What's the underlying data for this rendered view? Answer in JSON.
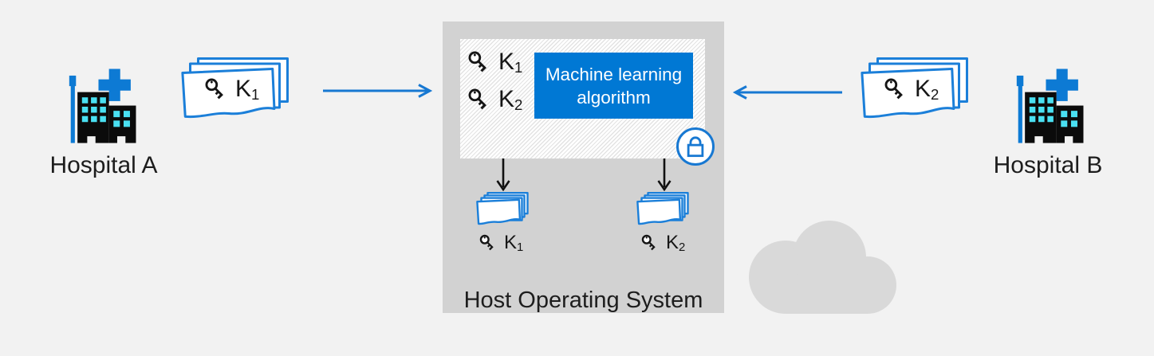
{
  "diagram": {
    "hospital_a": {
      "label": "Hospital A"
    },
    "hospital_b": {
      "label": "Hospital B"
    },
    "doc_a_key": {
      "base": "K",
      "sub": "1"
    },
    "doc_b_key": {
      "base": "K",
      "sub": "2"
    },
    "host": {
      "title": "Host Operating System",
      "algorithm": "Machine learning algorithm",
      "enclave_keys": [
        {
          "base": "K",
          "sub": "1"
        },
        {
          "base": "K",
          "sub": "2"
        }
      ],
      "output_keys": [
        {
          "base": "K",
          "sub": "1"
        },
        {
          "base": "K",
          "sub": "2"
        }
      ]
    }
  },
  "colors": {
    "background": "#f2f2f2",
    "accent_blue": "#0078d4",
    "outline_blue": "#1b7fd9",
    "arrow_blue": "#1778d2",
    "host_box_gray": "#d2d2d2",
    "cloud_gray": "#d9d9d9",
    "window_cyan": "#4ae0f2",
    "ink": "#1d1d1d"
  }
}
